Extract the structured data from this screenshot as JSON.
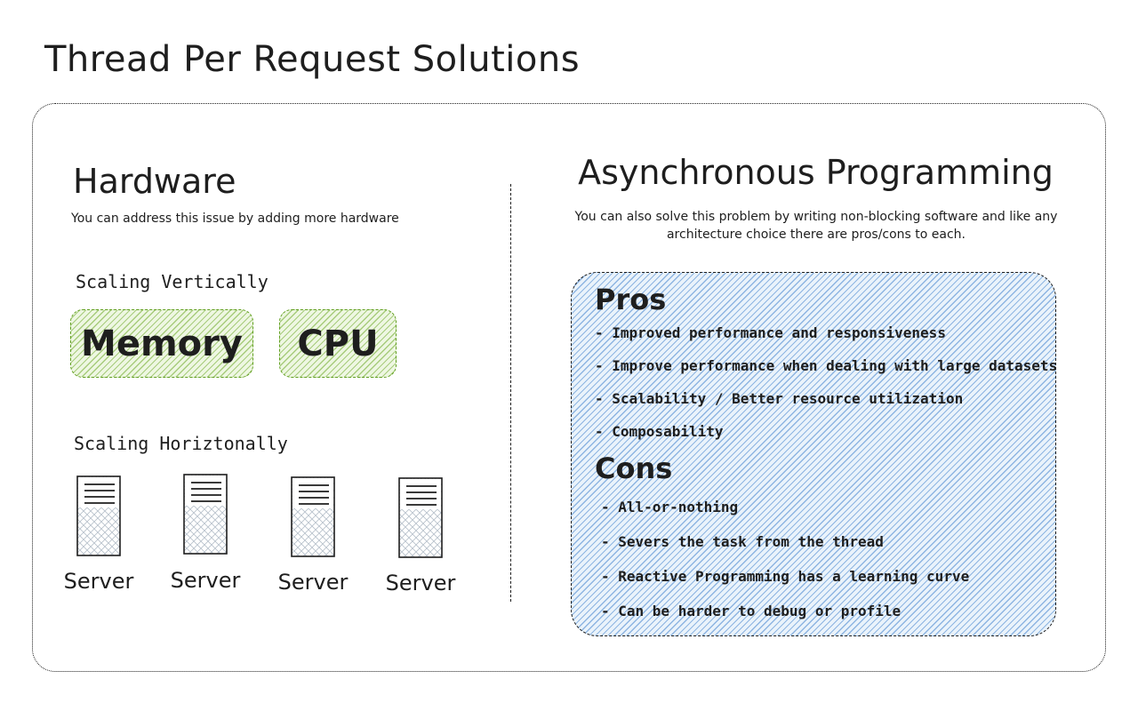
{
  "title": "Thread Per Request Solutions",
  "hardware": {
    "title": "Hardware",
    "description": "You can address this issue by adding more hardware",
    "scaling_vertically": {
      "label": "Scaling Vertically",
      "items": [
        "Memory",
        "CPU"
      ],
      "color": "#5f9e1e"
    },
    "scaling_horizontally": {
      "label": "Scaling Horiztonally",
      "servers": [
        "Server",
        "Server",
        "Server",
        "Server"
      ]
    }
  },
  "async": {
    "title": "Asynchronous Programming",
    "description": "You can also solve this problem by writing non-blocking software and like any architecture choice there are pros/cons to each.",
    "box_color": "#4a90d9",
    "pros": {
      "heading": "Pros",
      "items": [
        "- Improved performance and responsiveness",
        "- Improve performance when dealing with large datasets",
        "- Scalability / Better resource utilization",
        "- Composability"
      ]
    },
    "cons": {
      "heading": "Cons",
      "items": [
        "- All-or-nothing",
        "- Severs the task from the thread",
        "- Reactive Programming has a learning curve",
        "- Can be harder to debug or profile"
      ]
    }
  }
}
